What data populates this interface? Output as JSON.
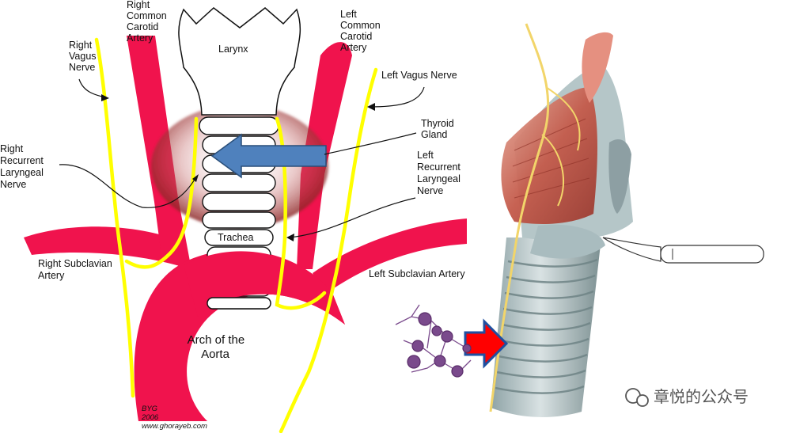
{
  "labels": {
    "right_common_carotid": [
      "Right",
      "Common",
      "Carotid",
      "Artery"
    ],
    "left_common_carotid": [
      "Left",
      "Common",
      "Carotid",
      "Artery"
    ],
    "right_vagus": [
      "Right",
      "Vagus",
      "Nerve"
    ],
    "left_vagus": "Left Vagus Nerve",
    "larynx": "Larynx",
    "thyroid": [
      "Thyroid",
      "Gland"
    ],
    "right_recurrent": [
      "Right",
      "Recurrent",
      "Laryngeal",
      "Nerve"
    ],
    "left_recurrent": [
      "Left",
      "Recurrent",
      "Laryngeal",
      "Nerve"
    ],
    "trachea": "Trachea",
    "right_subclavian": [
      "Right Subclavian",
      "Artery"
    ],
    "left_subclavian": "Left Subclavian Artery",
    "arch": [
      "Arch of the",
      "Aorta"
    ],
    "credit": [
      "BYG",
      "2006",
      "www.ghorayeb.com"
    ]
  },
  "watermark": "章悦的公众号",
  "colors": {
    "artery": "#f0134d",
    "nerve": "#ffff00",
    "arrow_blue": "#4f81bd",
    "arrow_red": "#ff0000",
    "thyroid": "#8c1c1c"
  }
}
